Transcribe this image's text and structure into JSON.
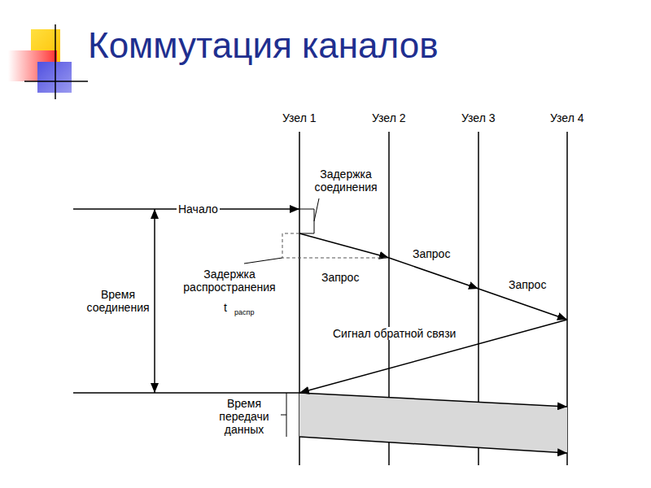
{
  "diagram": {
    "title": "Коммутация каналов",
    "labels": [
      "Узел 1",
      "Узел 2",
      "Узел 3",
      "Узел 4",
      "Задержка соединения",
      "Начало",
      "Запрос",
      "Запрос",
      "Запрос",
      "Задержка распространения",
      "t",
      "распр",
      "Время соединения",
      "Сигнал обратной связи",
      "Время передачи данных"
    ]
  }
}
